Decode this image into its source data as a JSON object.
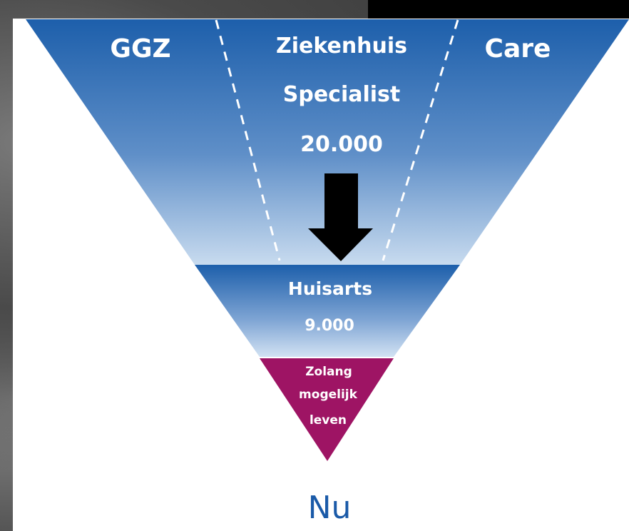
{
  "top_section": {
    "left_label": "GGZ",
    "center_line1": "Ziekenhuis",
    "center_line2": "Specialist",
    "center_value": "20.000",
    "right_label": "Care"
  },
  "middle_section": {
    "label": "Huisarts",
    "value": "9.000"
  },
  "bottom_section": {
    "line1": "Zolang",
    "line2": "mogelijk",
    "line3": "leven"
  },
  "caption": "Nu",
  "colors": {
    "blue_dark": "#1d5fab",
    "blue_light": "#c4d9ee",
    "magenta": "#9e1464",
    "arrow": "#000000",
    "caption": "#1a5aa8"
  }
}
